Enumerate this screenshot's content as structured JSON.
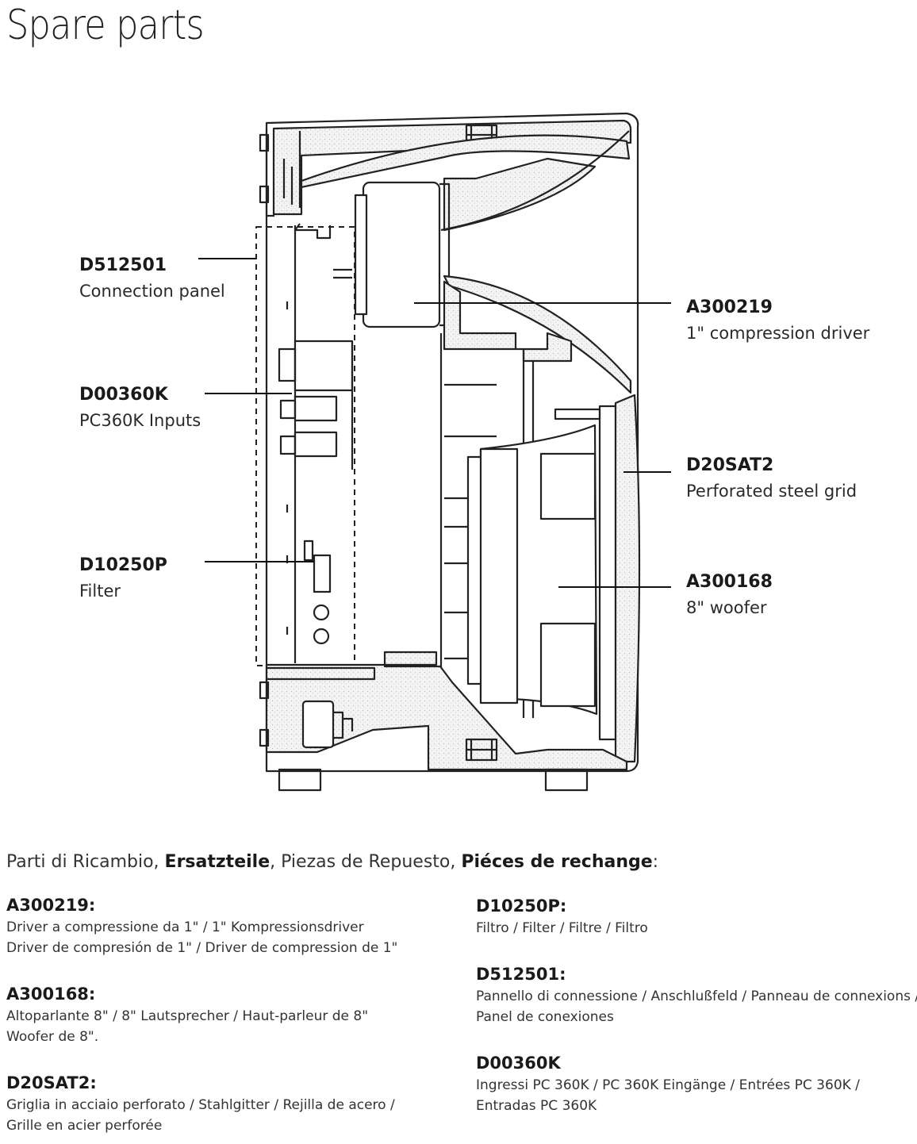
{
  "page_title": "Spare parts",
  "callouts": {
    "connection_panel": {
      "code": "D512501",
      "desc": "Connection panel"
    },
    "inputs": {
      "code": "D00360K",
      "desc": "PC360K Inputs"
    },
    "filter": {
      "code": "D10250P",
      "desc": "Filter"
    },
    "compression_driver": {
      "code": "A300219",
      "desc": "1\" compression driver"
    },
    "grid": {
      "code": "D20SAT2",
      "desc": "Perforated steel grid"
    },
    "woofer": {
      "code": "A300168",
      "desc": "8\" woofer"
    }
  },
  "spare_heading": {
    "it": "Parti di Ricambio, ",
    "de": "Ersatzteile",
    "sep1": ", ",
    "es": "Piezas de Repuesto",
    "sep2": ", ",
    "fr": "Piéces de rechange",
    "end": ":"
  },
  "parts_left": [
    {
      "code": "A300219:",
      "line1": "Driver a compressione da 1\" /  1\" Kompressionsdriver",
      "line2": "Driver de compresión de 1\" /  Driver de compression de 1\""
    },
    {
      "code": "A300168:",
      "line1": "Altoparlante 8\"  /  8\" Lautsprecher /  Haut-parleur de 8\"",
      "line2": "Woofer de 8\"."
    },
    {
      "code": "D20SAT2:",
      "line1": "Griglia in acciaio perforato  /  Stahlgitter  /  Rejilla de acero /",
      "line2": "Grille en acier perforée"
    }
  ],
  "parts_right": [
    {
      "code": "D10250P:",
      "line1": "Filtro  /  Filter /  Filtre  /  Filtro",
      "line2": ""
    },
    {
      "code": "D512501:",
      "line1": "Pannello di connessione / Anschlußfeld  / Panneau de connexions /",
      "line2": "Panel de conexiones"
    },
    {
      "code": "D00360K",
      "line1": "Ingressi PC 360K / PC 360K Eingänge / Entrées PC 360K /",
      "line2": "Entradas PC 360K"
    }
  ]
}
